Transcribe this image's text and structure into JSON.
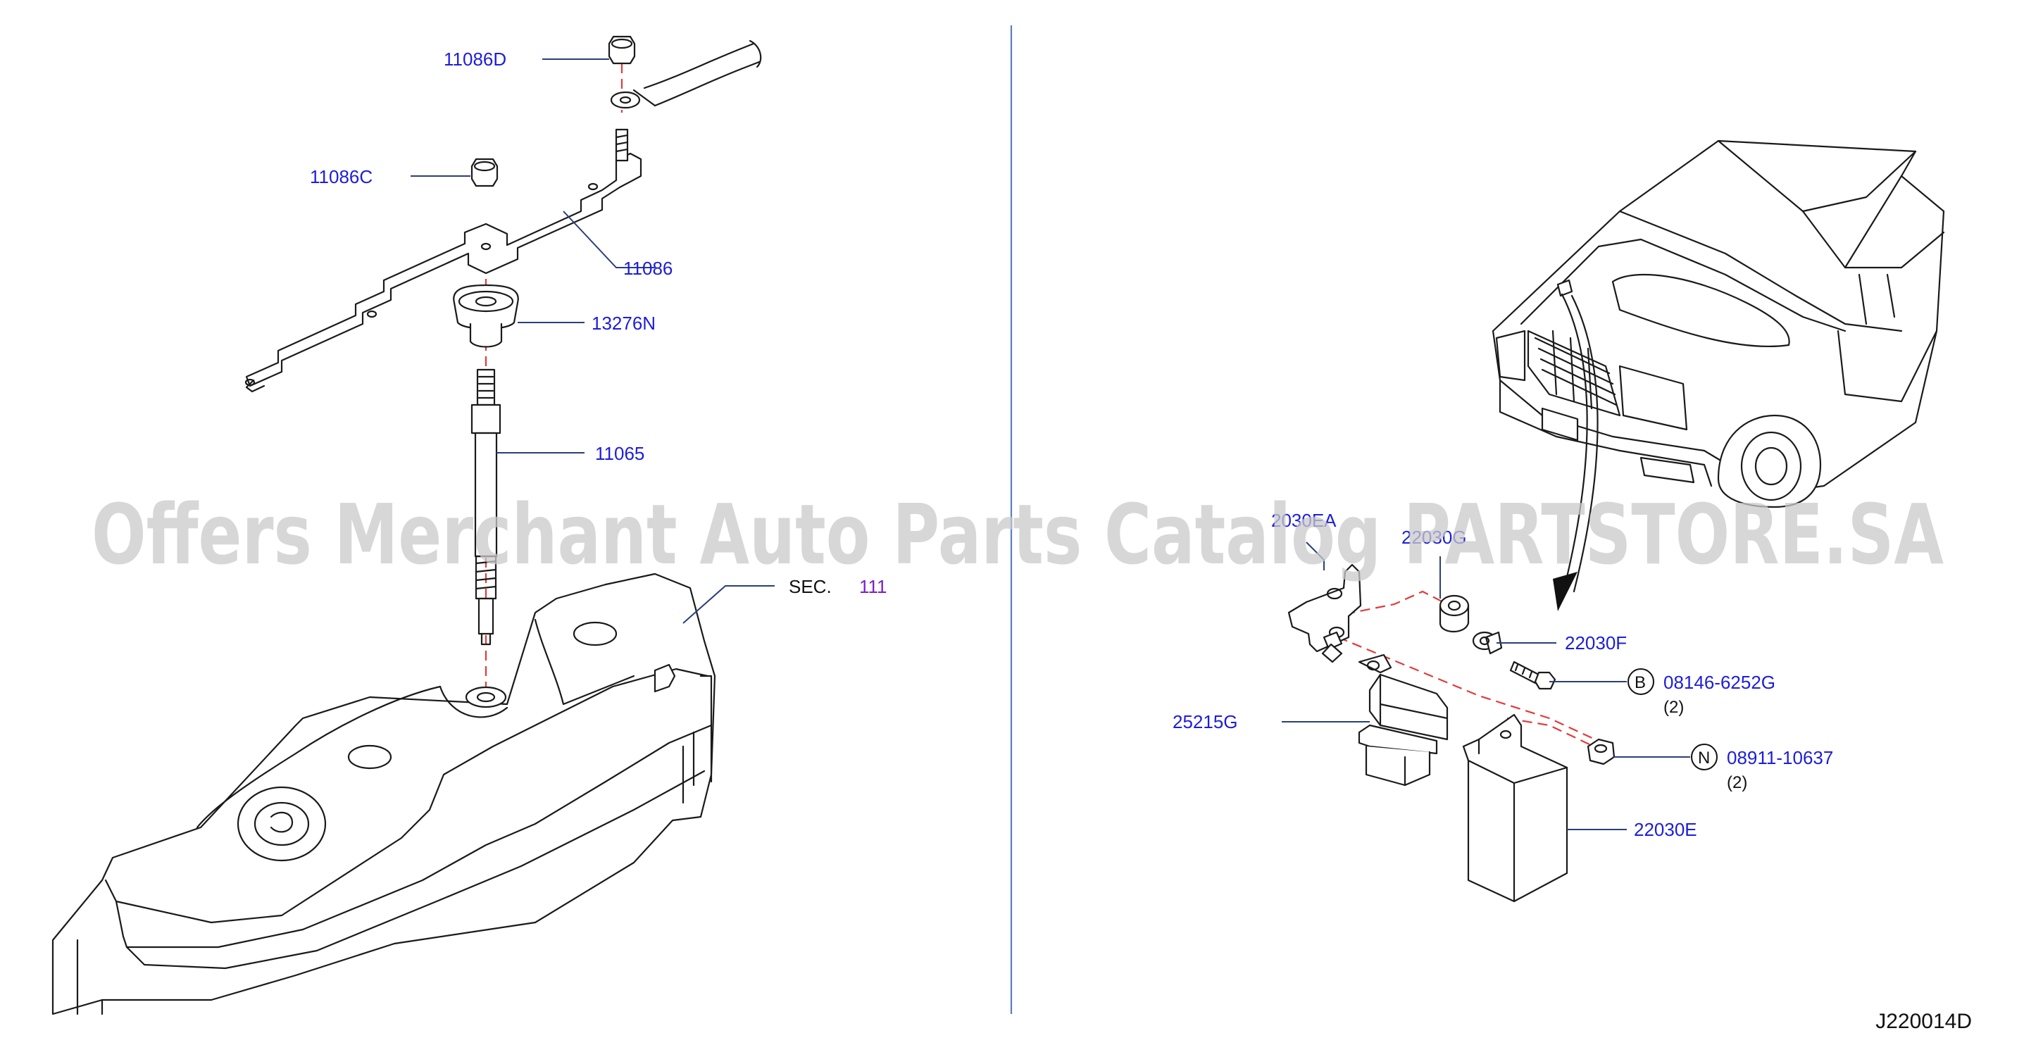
{
  "watermark": "Offers Merchant Auto Parts Catalog PARTSTORE.SA",
  "diagram_code": "J220014D",
  "left_panel": {
    "labels": {
      "p11086D": "11086D",
      "p11086C": "11086C",
      "p11086": "11086",
      "p13276N": "13276N",
      "p11065": "11065",
      "sec_prefix": "SEC.",
      "sec_number": "111"
    }
  },
  "right_panel": {
    "labels": {
      "p22030EA": "2030EA",
      "p22030G": "22030G",
      "p22030F": "22030F",
      "p25215G": "25215G",
      "p22030E": "22030E",
      "bolt_symbol": "B",
      "bolt_number": "08146-6252G",
      "bolt_qty": "(2)",
      "nut_symbol": "N",
      "nut_number": "08911-10637",
      "nut_qty": "(2)"
    }
  },
  "colors": {
    "part_number": "#1d1ddb",
    "section_number": "#7a1fc9",
    "leader": "#2a3f7a",
    "centerline": "#e23b3b",
    "divider": "#5a7fc0"
  }
}
